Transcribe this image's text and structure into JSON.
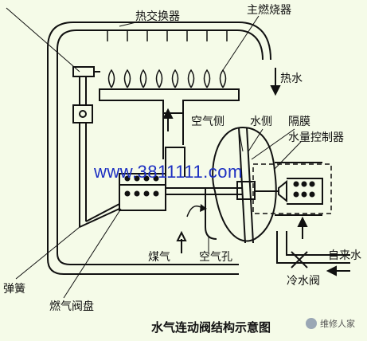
{
  "labels": {
    "heat_exchanger": "热交换器",
    "main_burner": "主燃烧器",
    "hot_water": "热水",
    "air_side": "空气侧",
    "water_side": "水侧",
    "diaphragm": "隔膜",
    "water_controller": "水量控制器",
    "gas": "煤气",
    "air_hole": "空气孔",
    "tap_water": "自来水",
    "cold_water_valve": "冷水阀",
    "spring": "弹簧",
    "gas_valve_disc": "燃气阀盘"
  },
  "watermark": "www.3811111.com",
  "caption": "水气连动阀结构示意图",
  "brand": "维修人家",
  "colors": {
    "background": "#f5fbe8",
    "line": "#111111",
    "watermark": "#1c2fc2"
  }
}
